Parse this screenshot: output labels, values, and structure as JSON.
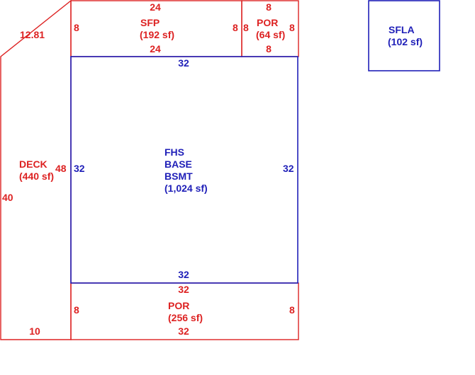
{
  "colors": {
    "addition": "#dd2222",
    "living_area": "#1f1fb8",
    "background": "#ffffff"
  },
  "sfp": {
    "label": "SFP",
    "area": "(192 sf)",
    "dim_top": "24",
    "dim_bottom": "24",
    "dim_left": "8",
    "dim_right": "8"
  },
  "por_top": {
    "label": "POR",
    "area": "(64 sf)",
    "dim_top": "8",
    "dim_bottom": "8",
    "dim_left": "8",
    "dim_right": "8"
  },
  "deck": {
    "label": "DECK",
    "area": "(440 sf)",
    "dim_diagonal": "12.81",
    "dim_left": "40",
    "dim_right": "48",
    "dim_bottom": "10"
  },
  "base": {
    "label_line1": "FHS",
    "label_line2": "BASE",
    "label_line3": "BSMT",
    "area": "(1,024 sf)",
    "dim_top": "32",
    "dim_bottom": "32",
    "dim_left": "32",
    "dim_right": "32"
  },
  "por_bottom": {
    "label": "POR",
    "area": "(256 sf)",
    "dim_top": "32",
    "dim_bottom": "32",
    "dim_left": "8",
    "dim_right": "8"
  },
  "sfla": {
    "label": "SFLA",
    "area": "(102 sf)"
  }
}
